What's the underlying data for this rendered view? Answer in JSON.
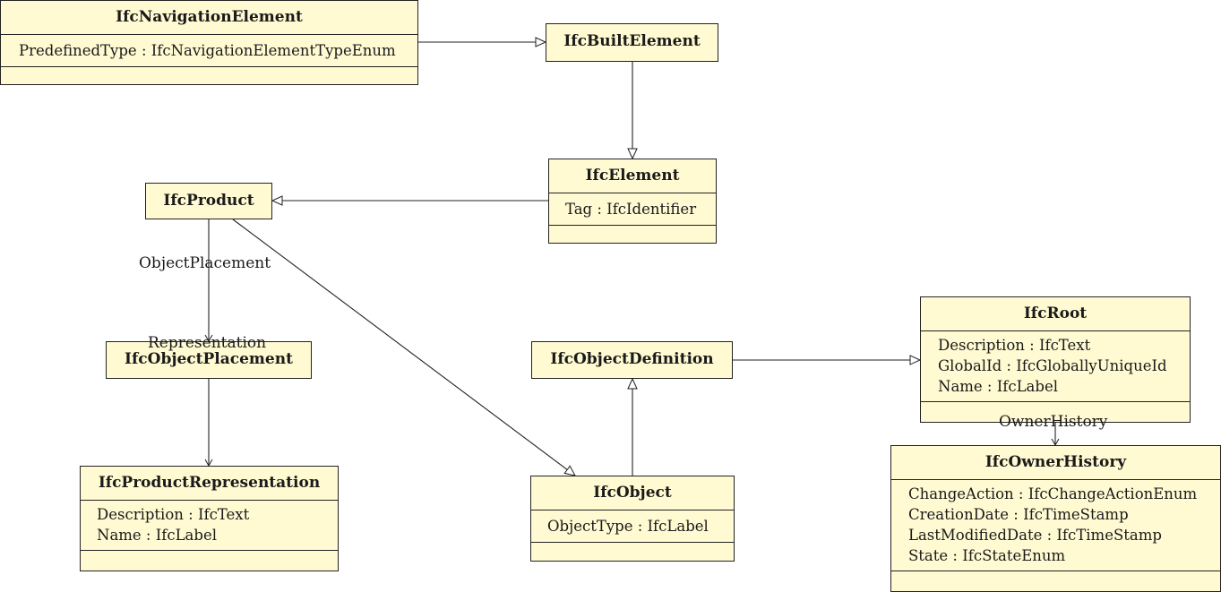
{
  "classes": {
    "nav_element": {
      "name": "IfcNavigationElement",
      "attrs": [
        "PredefinedType : IfcNavigationElementTypeEnum"
      ]
    },
    "built_element": {
      "name": "IfcBuiltElement",
      "attrs": []
    },
    "element": {
      "name": "IfcElement",
      "attrs": [
        "Tag : IfcIdentifier"
      ]
    },
    "product": {
      "name": "IfcProduct",
      "attrs": []
    },
    "object_placement": {
      "name": "IfcObjectPlacement",
      "attrs": []
    },
    "product_representation": {
      "name": "IfcProductRepresentation",
      "attrs": [
        "Description : IfcText",
        "Name : IfcLabel"
      ]
    },
    "object_definition": {
      "name": "IfcObjectDefinition",
      "attrs": []
    },
    "object": {
      "name": "IfcObject",
      "attrs": [
        "ObjectType : IfcLabel"
      ]
    },
    "root": {
      "name": "IfcRoot",
      "attrs": [
        "Description : IfcText",
        "GlobalId : IfcGloballyUniqueId",
        "Name : IfcLabel"
      ]
    },
    "owner_history": {
      "name": "IfcOwnerHistory",
      "attrs": [
        "ChangeAction : IfcChangeActionEnum",
        "CreationDate : IfcTimeStamp",
        "LastModifiedDate : IfcTimeStamp",
        "State : IfcStateEnum"
      ]
    }
  },
  "associations": {
    "object_placement": "ObjectPlacement",
    "representation": "Representation",
    "owner_history": "OwnerHistory"
  }
}
